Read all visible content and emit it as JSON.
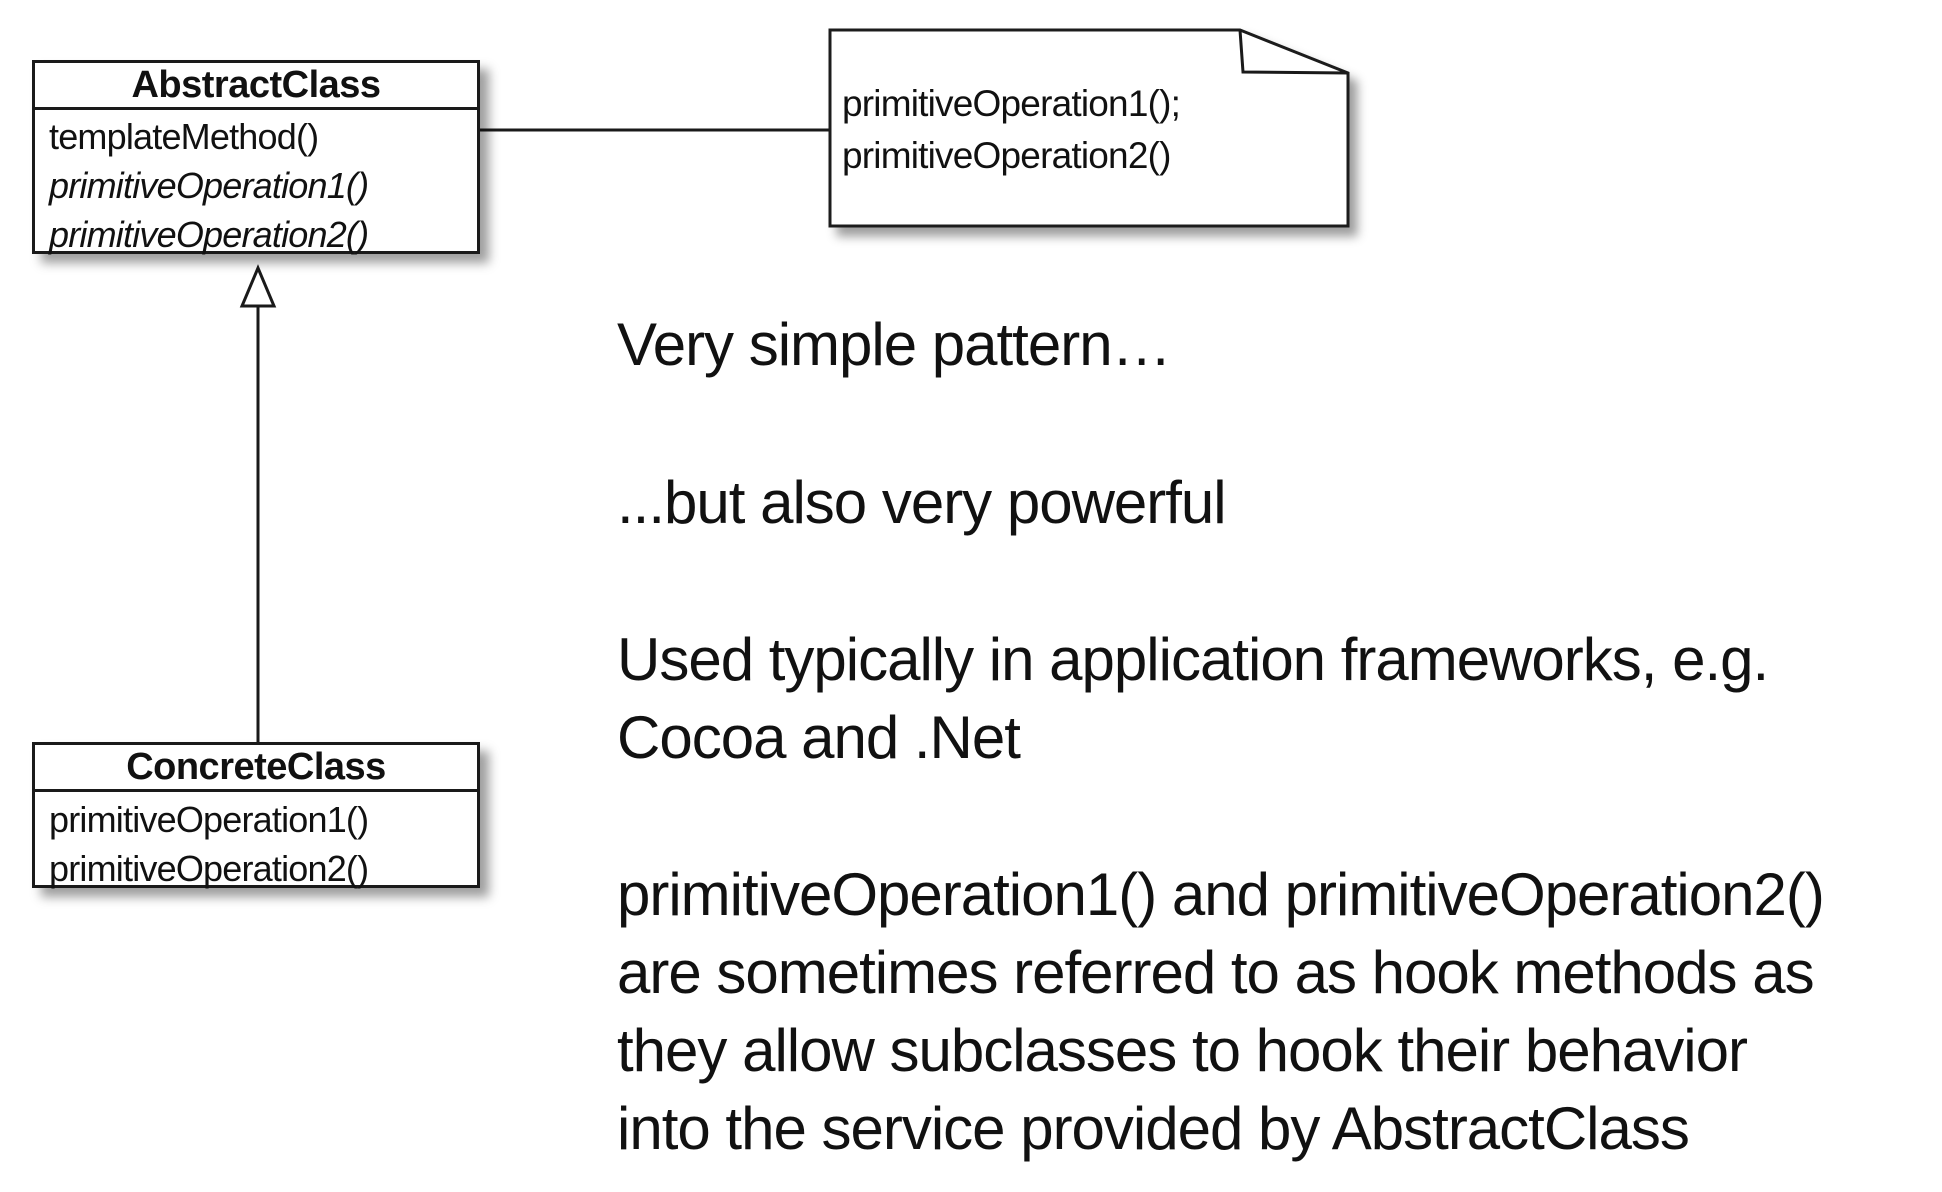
{
  "abstract_class": {
    "name": "AbstractClass",
    "operations": [
      {
        "label": "templateMethod()",
        "abstract": false
      },
      {
        "label": "primitiveOperation1()",
        "abstract": true
      },
      {
        "label": "primitiveOperation2()",
        "abstract": true
      }
    ]
  },
  "concrete_class": {
    "name": "ConcreteClass",
    "operations": [
      {
        "label": "primitiveOperation1()"
      },
      {
        "label": "primitiveOperation2()"
      }
    ]
  },
  "note": {
    "lines": [
      "primitiveOperation1();",
      "primitiveOperation2()"
    ]
  },
  "text": {
    "para1": "Very simple pattern…",
    "para2": "...but also very powerful",
    "para3_lines": [
      "Used typically in application frameworks, e.g.",
      "Cocoa and .Net"
    ],
    "para4_lines": [
      "primitiveOperation1() and primitiveOperation2()",
      "are sometimes referred to as hook methods as",
      "they allow subclasses to hook their behavior",
      "into the service provided by AbstractClass"
    ]
  }
}
